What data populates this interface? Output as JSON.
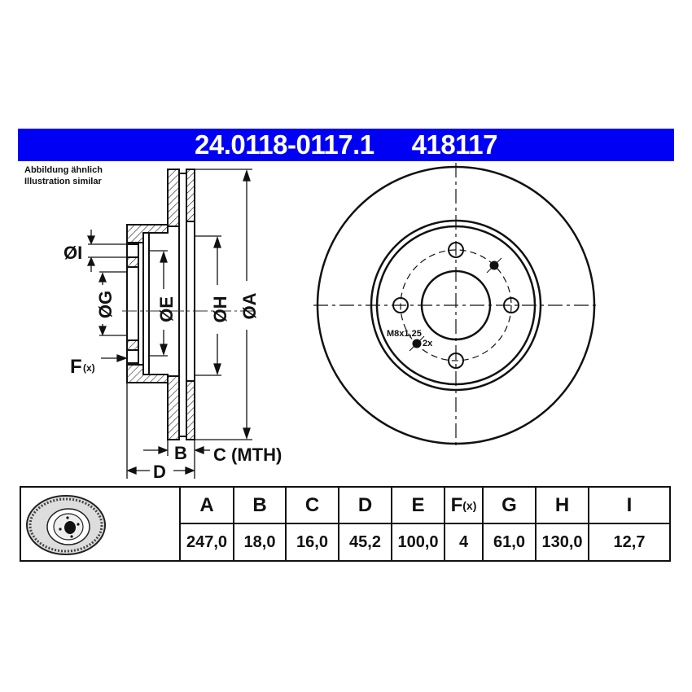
{
  "header": {
    "article_number": "24.0118-0117.1",
    "reference_number": "418117",
    "background_color": "#0000f5"
  },
  "note": {
    "line1": "Abbildung ähnlich",
    "line2": "Illustration similar"
  },
  "drawing_labels": {
    "dia_I": "ØI",
    "dia_G": "ØG",
    "dia_E": "ØE",
    "dia_H": "ØH",
    "dia_A": "ØA",
    "F": "F",
    "F_sub": "(x)",
    "B": "B",
    "C_mth": "C (MTH)",
    "D": "D",
    "thread": "M8x1,25",
    "thread_count": "2x"
  },
  "table": {
    "columns": [
      {
        "key": "A",
        "label": "A",
        "value": "247,0"
      },
      {
        "key": "B",
        "label": "B",
        "value": "18,0"
      },
      {
        "key": "C",
        "label": "C",
        "value": "16,0"
      },
      {
        "key": "D",
        "label": "D",
        "value": "45,2"
      },
      {
        "key": "E",
        "label": "E",
        "value": "100,0"
      },
      {
        "key": "F",
        "label": "F",
        "sub": "(x)",
        "value": "4"
      },
      {
        "key": "G",
        "label": "G",
        "value": "61,0"
      },
      {
        "key": "H",
        "label": "H",
        "value": "130,0"
      },
      {
        "key": "I",
        "label": "I",
        "value": "12,7"
      }
    ]
  }
}
